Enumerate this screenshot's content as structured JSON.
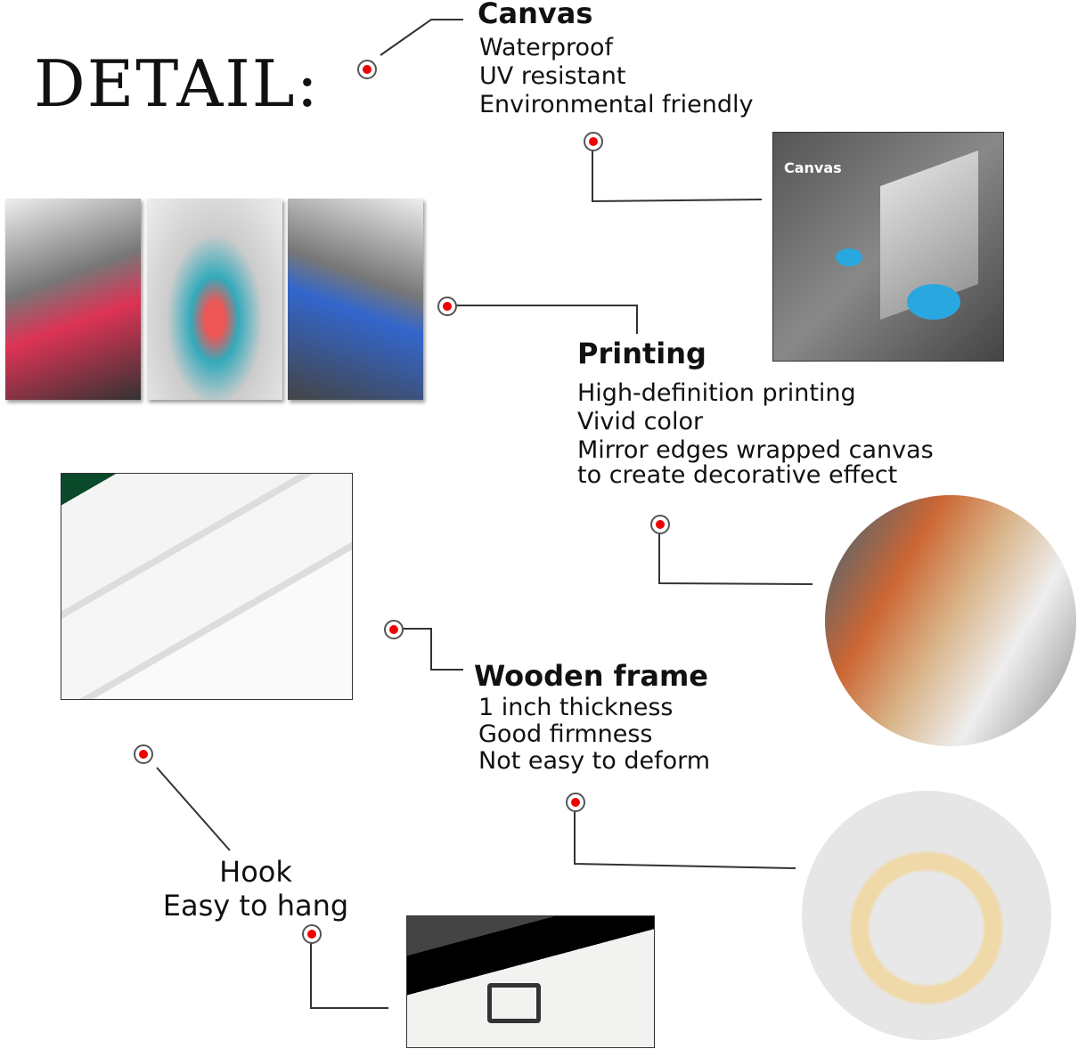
{
  "title": "DETAIL:",
  "canvas": {
    "heading": "Canvas",
    "lines": [
      "Waterproof",
      "UV resistant",
      "Environmental friendly"
    ],
    "photo_label": "Canvas"
  },
  "printing": {
    "heading": "Printing",
    "lines": [
      "High-definition printing",
      "Vivid color",
      "Mirror edges wrapped canvas",
      "to create decorative effect"
    ]
  },
  "frame": {
    "heading": "Wooden frame",
    "lines": [
      "1 inch thickness",
      "Good firmness",
      "Not easy to deform"
    ]
  },
  "hook": {
    "heading": "Hook",
    "lines": [
      "Easy to hang"
    ]
  },
  "colors": {
    "accent": "#e00000",
    "line": "#333333"
  }
}
